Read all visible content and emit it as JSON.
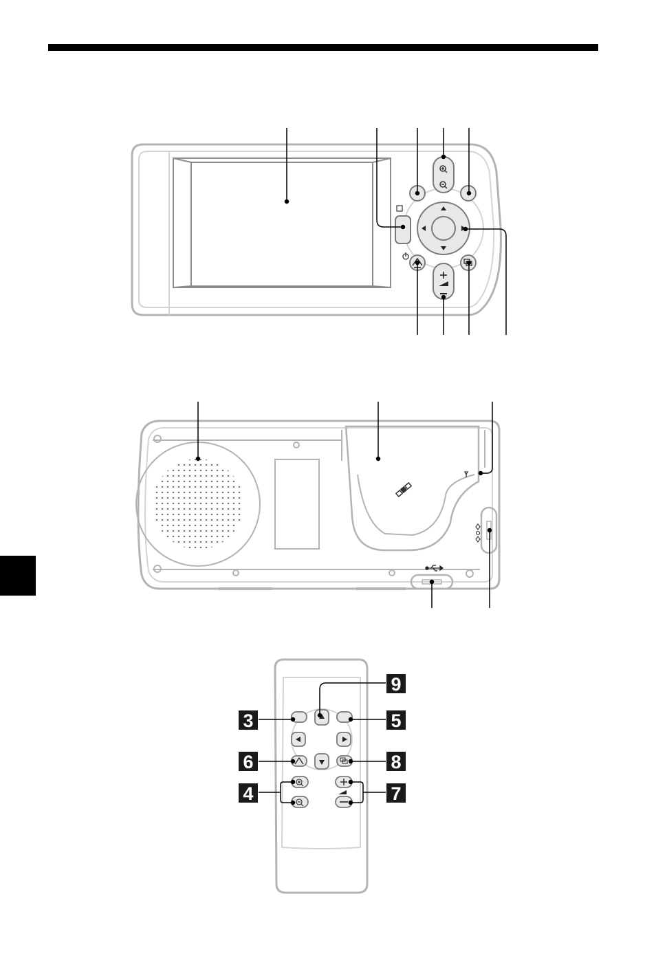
{
  "page": {
    "header_rule": true,
    "side_tab_color": "#000000"
  },
  "colors": {
    "outline": "#b3b3b3",
    "outline_light": "#d4d4d4",
    "button_fill": "#e8e8e8",
    "leader": "#000000",
    "tag_fill": "#1a1a1a",
    "tag_text": "#ffffff"
  },
  "front_view": {
    "label": "",
    "icons": [
      "stop-square-icon",
      "power-icon",
      "zoom-in-icon",
      "zoom-out-icon",
      "volume-plus-icon",
      "volume-minus-icon",
      "volume-ramp-icon",
      "home-icon",
      "display-mode-icon",
      "arrow-up-icon",
      "arrow-down-icon",
      "arrow-left-icon",
      "arrow-right-icon"
    ]
  },
  "rear_view": {
    "label": "",
    "icons": [
      "speaker-grille-icon",
      "satellite-icon",
      "antenna-icon",
      "usb-icon",
      "dc-in-icon"
    ]
  },
  "remote": {
    "callouts": [
      {
        "id": "callout-3",
        "text": "3"
      },
      {
        "id": "callout-4",
        "text": "4"
      },
      {
        "id": "callout-5",
        "text": "5"
      },
      {
        "id": "callout-6",
        "text": "6"
      },
      {
        "id": "callout-7",
        "text": "7"
      },
      {
        "id": "callout-8",
        "text": "8"
      },
      {
        "id": "callout-9",
        "text": "9"
      }
    ]
  }
}
